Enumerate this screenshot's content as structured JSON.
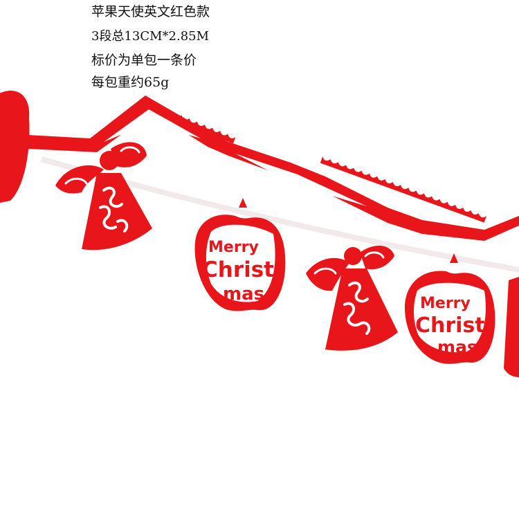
{
  "caption": {
    "line1": "苹果天使英文红色款",
    "line2": "3段总13CM*2.85M",
    "line3": "标价为单包一条价",
    "line4": "每包重约65g"
  },
  "badge": {
    "word1": "Merry",
    "word2": "Christ",
    "word3": "mas"
  },
  "colors": {
    "felt_red": "#e8161a",
    "background": "#ffffff"
  }
}
